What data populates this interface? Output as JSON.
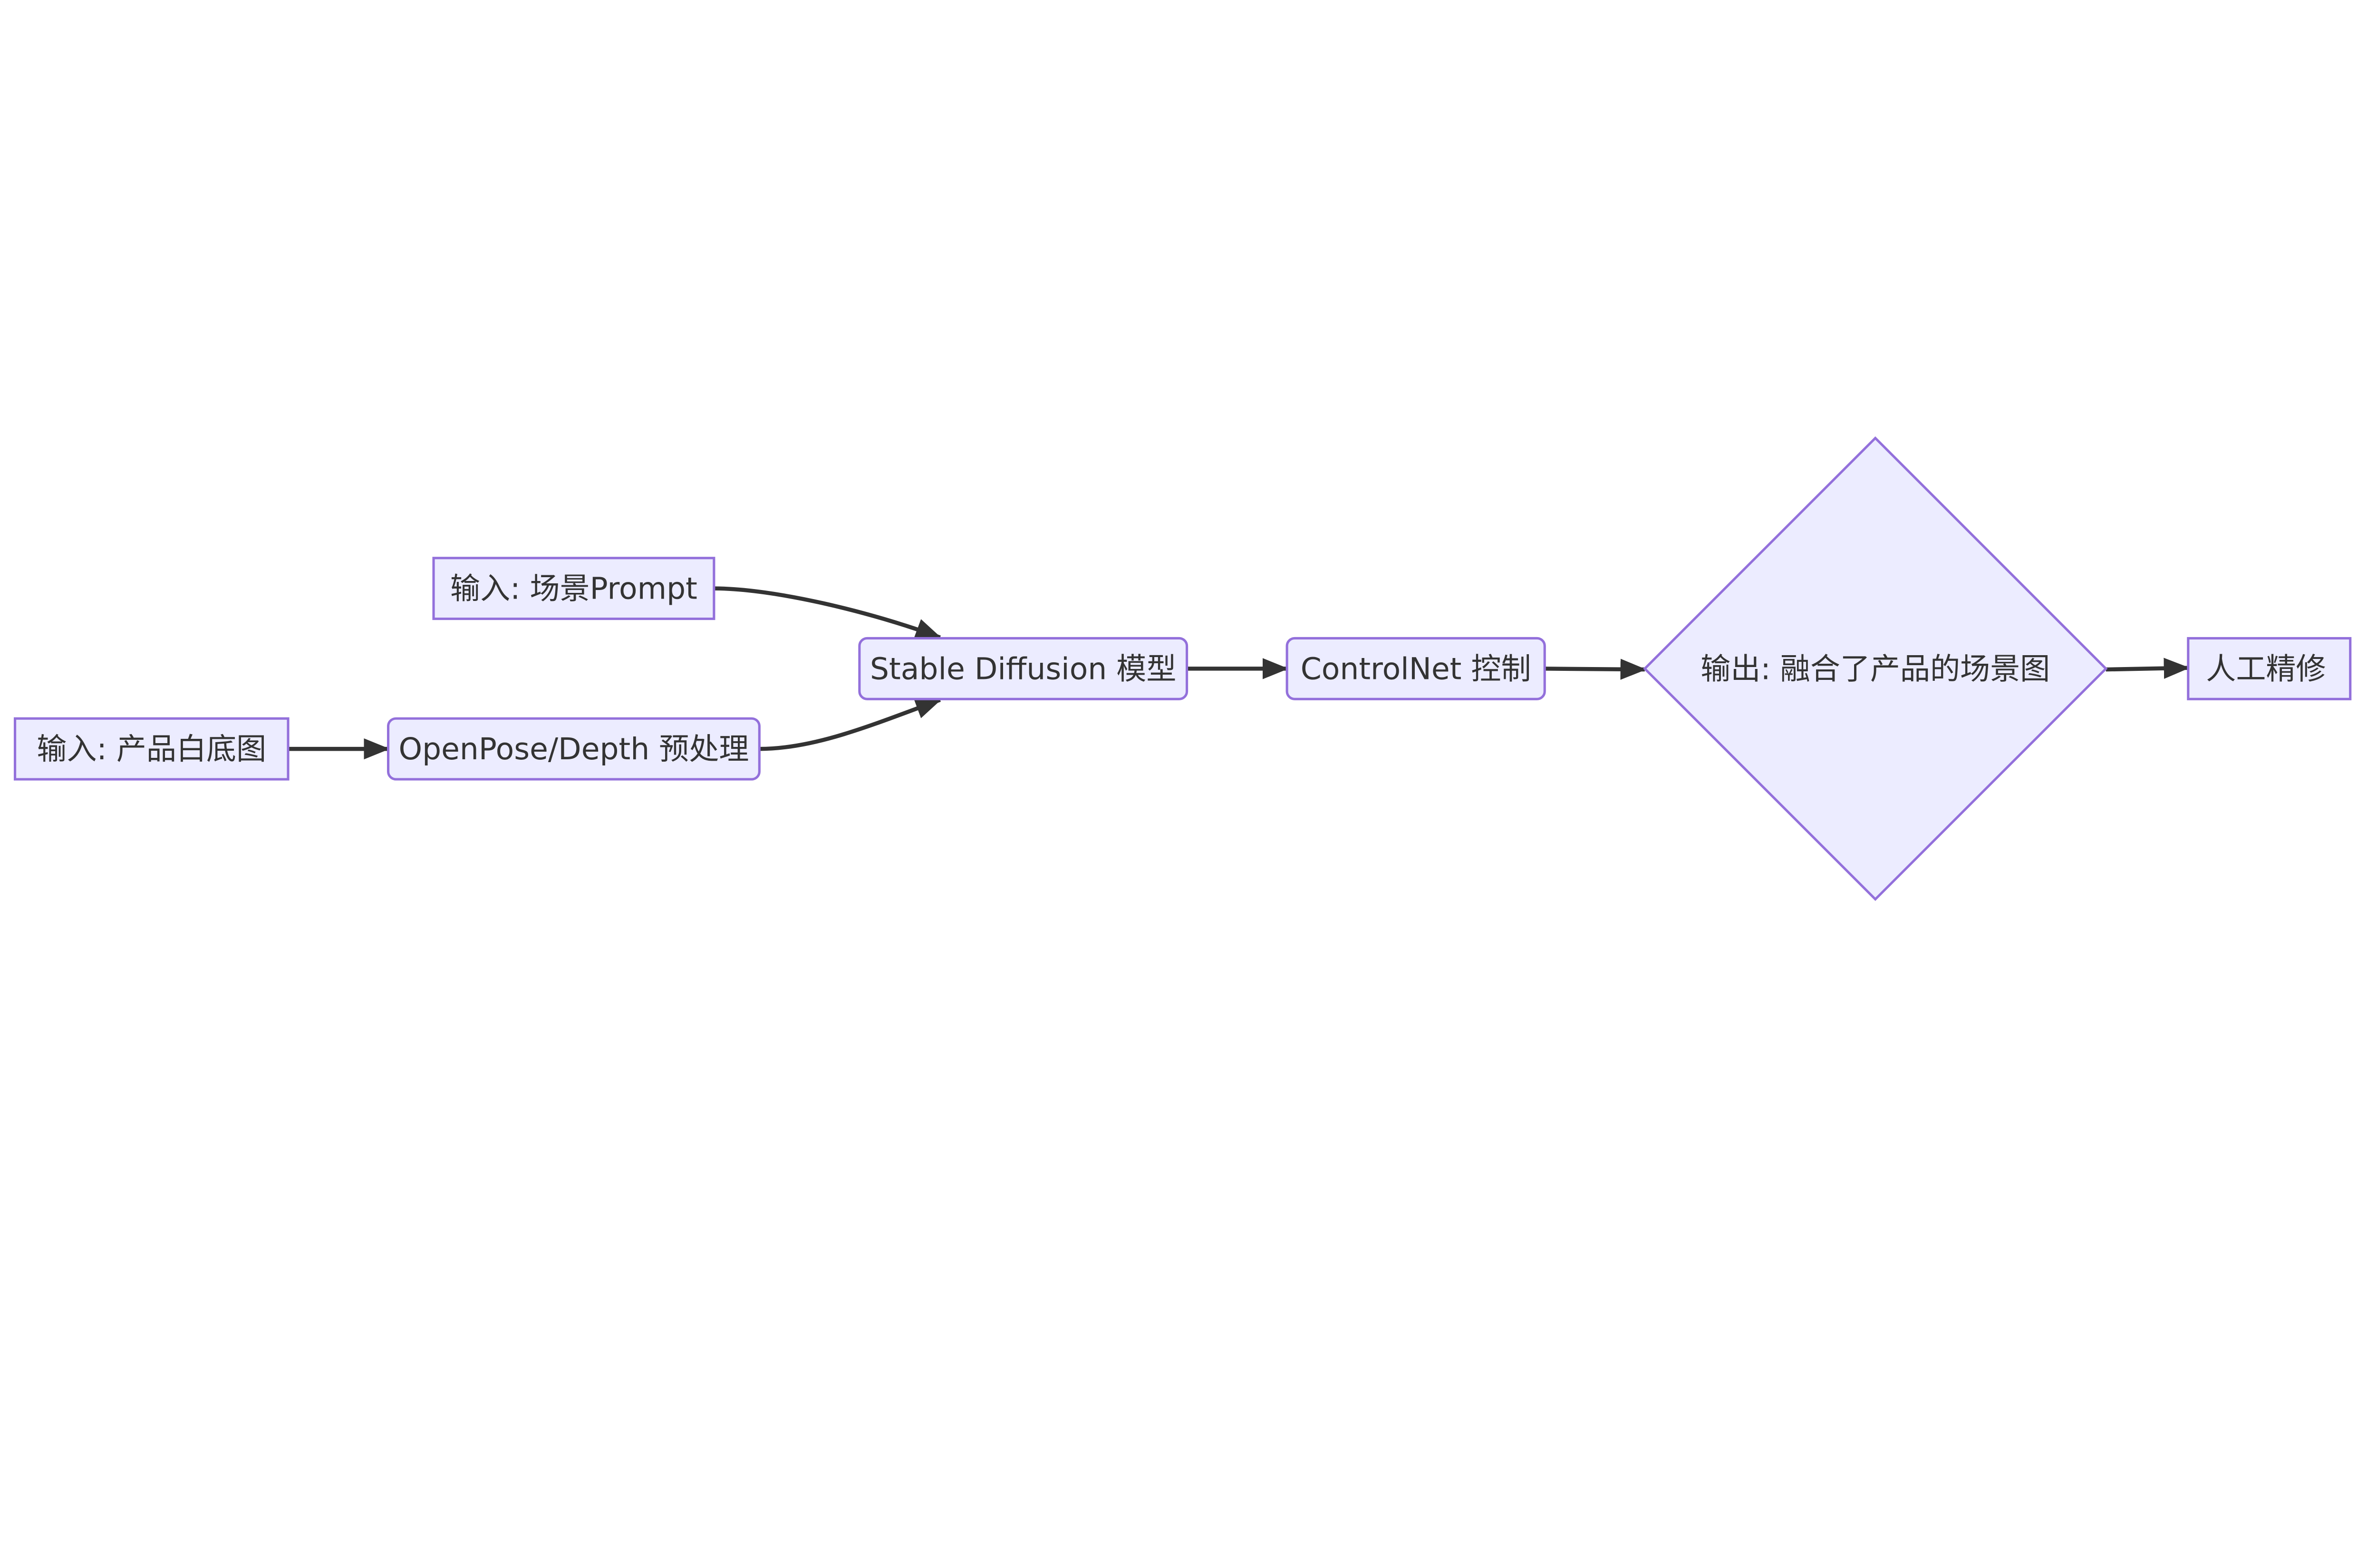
{
  "diagram": {
    "type": "flowchart",
    "direction": "left-to-right",
    "colors": {
      "node_fill": "#ECECFF",
      "node_stroke": "#9370DB",
      "edge": "#333333",
      "text": "#333333"
    },
    "nodes": {
      "input_product": {
        "label": "输入: 产品白底图",
        "shape": "rectangle"
      },
      "preprocess": {
        "label": "OpenPose/Depth 预处理",
        "shape": "rounded-rectangle"
      },
      "input_prompt": {
        "label": "输入: 场景Prompt",
        "shape": "rectangle"
      },
      "sd_model": {
        "label": "Stable Diffusion 模型",
        "shape": "rounded-rectangle"
      },
      "controlnet": {
        "label": "ControlNet 控制",
        "shape": "rounded-rectangle"
      },
      "output": {
        "label": "输出: 融合了产品的场景图",
        "shape": "diamond"
      },
      "retouch": {
        "label": "人工精修",
        "shape": "rectangle"
      }
    },
    "edges": [
      {
        "from": "input_product",
        "to": "preprocess"
      },
      {
        "from": "preprocess",
        "to": "sd_model"
      },
      {
        "from": "input_prompt",
        "to": "sd_model"
      },
      {
        "from": "sd_model",
        "to": "controlnet"
      },
      {
        "from": "controlnet",
        "to": "output"
      },
      {
        "from": "output",
        "to": "retouch"
      }
    ]
  }
}
